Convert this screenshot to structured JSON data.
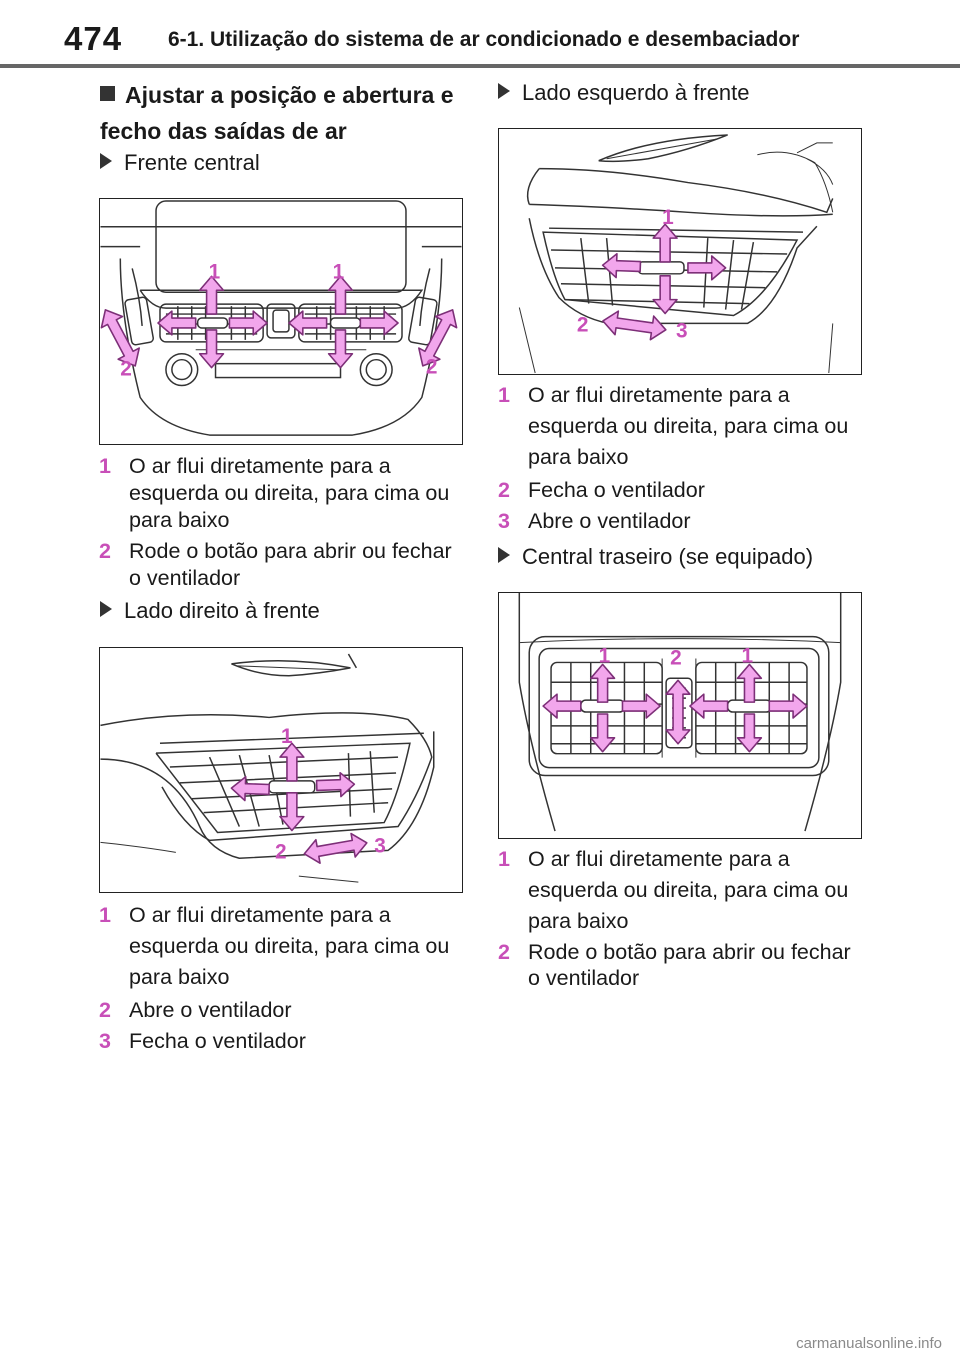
{
  "header": {
    "page_number": "474",
    "title": "6-1. Utilização do sistema de ar condicionado e desembaciador"
  },
  "section": {
    "heading": "Ajustar a posição e abertura e fecho das saídas de ar"
  },
  "colors": {
    "accent": "#c84fb8",
    "arrow_fill": "#f2a6ec",
    "arrow_stroke": "#7d2f78"
  },
  "blocks": [
    {
      "subheading": "Frente central",
      "figure_labels": [
        "1",
        "1",
        "2",
        "2"
      ],
      "items": [
        {
          "num": "1",
          "text": "O ar flui diretamente para a esquerda ou direita, para cima ou para baixo"
        },
        {
          "num": "2",
          "text": "Rode o botão para abrir ou fechar o ventilador"
        }
      ]
    },
    {
      "subheading": "Lado direito à frente",
      "figure_labels": [
        "1",
        "2",
        "3"
      ],
      "items": [
        {
          "num": "1",
          "text": "O ar flui diretamente para a esquerda ou direita, para cima ou para baixo"
        },
        {
          "num": "2",
          "text": "Abre o ventilador"
        },
        {
          "num": "3",
          "text": "Fecha o ventilador"
        }
      ]
    },
    {
      "subheading": "Lado esquerdo à frente",
      "figure_labels": [
        "1",
        "2",
        "3"
      ],
      "items": [
        {
          "num": "1",
          "text": "O ar flui diretamente para a esquerda ou direita, para cima ou para baixo"
        },
        {
          "num": "2",
          "text": "Fecha o ventilador"
        },
        {
          "num": "3",
          "text": "Abre o ventilador"
        }
      ]
    },
    {
      "subheading": "Central traseiro (se equipado)",
      "figure_labels": [
        "1",
        "2",
        "1"
      ],
      "items": [
        {
          "num": "1",
          "text": "O ar flui diretamente para a esquerda ou direita, para cima ou para baixo"
        },
        {
          "num": "2",
          "text": "Rode o botão para abrir ou fechar o ventilador"
        }
      ]
    }
  ],
  "footer": {
    "watermark": "carmanualsonline.info"
  }
}
